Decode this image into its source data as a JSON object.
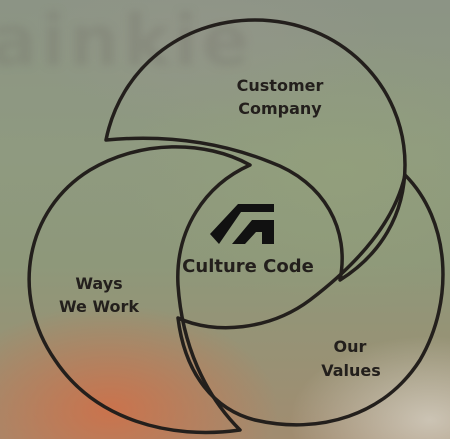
{
  "diagram": {
    "top_label_line1": "Customer",
    "top_label_line2": "Company",
    "left_label_line1": "Ways",
    "left_label_line2": "We Work",
    "right_label_line1": "Our",
    "right_label_line2": "Values",
    "center_label": "Culture Code"
  },
  "colors": {
    "stroke": "#231f1c",
    "logo": "#111111",
    "text": "#231f1c"
  },
  "icons": {
    "center_logo": "autodesk-logo-icon"
  }
}
